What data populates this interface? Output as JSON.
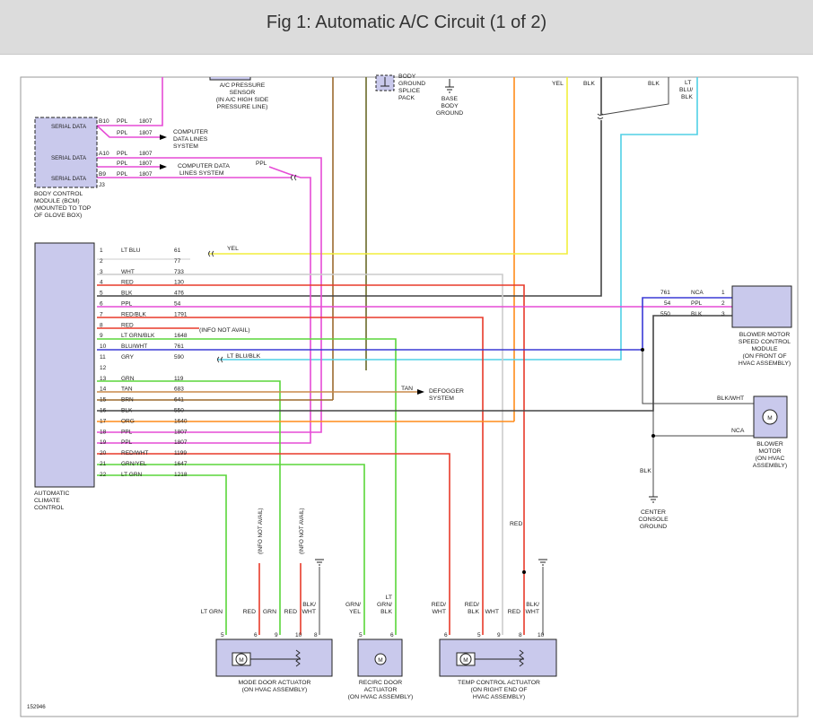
{
  "title": "Fig 1: Automatic A/C Circuit (1 of 2)",
  "figure_id": "152946",
  "components": {
    "bcm": {
      "label_lines": [
        "BODY CONTROL",
        "MODULE (BCM)",
        "(MOUNTED TO TOP",
        "OF GLOVE BOX)"
      ],
      "serial_data": "SERIAL DATA",
      "pins": [
        {
          "pin": "B10",
          "color": "PPL",
          "circuit": "1807"
        },
        {
          "pin": "",
          "color": "PPL",
          "circuit": "1807"
        },
        {
          "pin": "A10",
          "color": "PPL",
          "circuit": "1807"
        },
        {
          "pin": "",
          "color": "PPL",
          "circuit": "1807"
        },
        {
          "pin": "B9",
          "color": "PPL",
          "circuit": "1807"
        },
        {
          "pin": "J3",
          "color": "",
          "circuit": ""
        }
      ],
      "data_lines_1": [
        "COMPUTER",
        "DATA LINES",
        "SYSTEM"
      ],
      "data_lines_2": [
        "COMPUTER DATA",
        "LINES SYSTEM"
      ],
      "ppl_label": "PPL"
    },
    "acc": {
      "label_lines": [
        "AUTOMATIC",
        "CLIMATE",
        "CONTROL"
      ],
      "pins": [
        {
          "n": "1",
          "color": "LT BLU",
          "circuit": "61"
        },
        {
          "n": "2",
          "color": "",
          "circuit": "77"
        },
        {
          "n": "3",
          "color": "WHT",
          "circuit": "733"
        },
        {
          "n": "4",
          "color": "RED",
          "circuit": "130"
        },
        {
          "n": "5",
          "color": "BLK",
          "circuit": "476"
        },
        {
          "n": "6",
          "color": "PPL",
          "circuit": "54"
        },
        {
          "n": "7",
          "color": "RED/BLK",
          "circuit": "1791"
        },
        {
          "n": "8",
          "color": "RED",
          "circuit": ""
        },
        {
          "n": "9",
          "color": "LT GRN/BLK",
          "circuit": "1648"
        },
        {
          "n": "10",
          "color": "BLU/WHT",
          "circuit": "761"
        },
        {
          "n": "11",
          "color": "GRY",
          "circuit": "590"
        },
        {
          "n": "12",
          "color": "",
          "circuit": ""
        },
        {
          "n": "13",
          "color": "GRN",
          "circuit": "119"
        },
        {
          "n": "14",
          "color": "TAN",
          "circuit": "683"
        },
        {
          "n": "15",
          "color": "BRN",
          "circuit": "641"
        },
        {
          "n": "16",
          "color": "BLK",
          "circuit": "550"
        },
        {
          "n": "17",
          "color": "ORG",
          "circuit": "1640"
        },
        {
          "n": "18",
          "color": "PPL",
          "circuit": "1807"
        },
        {
          "n": "19",
          "color": "PPL",
          "circuit": "1807"
        },
        {
          "n": "20",
          "color": "RED/WHT",
          "circuit": "1199"
        },
        {
          "n": "21",
          "color": "GRN/YEL",
          "circuit": "1647"
        },
        {
          "n": "22",
          "color": "LT GRN",
          "circuit": "1218"
        }
      ],
      "info_not_avail": "(INFO NOT AVAIL)",
      "yel": "YEL",
      "lt_blu_blk": "LT BLU/BLK",
      "tan": "TAN",
      "defogger": [
        "DEFOGGER",
        "SYSTEM"
      ]
    },
    "pressure_sensor": [
      "A/C PRESSURE",
      "SENSOR",
      "(IN A/C HIGH SIDE",
      "PRESSURE LINE)"
    ],
    "splice_pack": [
      "BODY",
      "GROUND",
      "SPLICE",
      "PACK"
    ],
    "base_ground": [
      "BASE",
      "BODY",
      "GROUND"
    ],
    "top_wires": {
      "yel": "YEL",
      "blk1": "BLK",
      "blk2": "BLK",
      "lt_blu_blk": [
        "LT",
        "BLU/",
        "BLK"
      ]
    },
    "blower_module": {
      "label_lines": [
        "BLOWER MOTOR",
        "SPEED CONTROL",
        "MODULE",
        "(ON FRONT OF",
        "HVAC ASSEMBLY)"
      ],
      "pins": [
        {
          "circuit": "761",
          "color": "NCA",
          "pin": "1"
        },
        {
          "circuit": "54",
          "color": "PPL",
          "pin": "2"
        },
        {
          "circuit": "550",
          "color": "BLK",
          "pin": "3"
        }
      ]
    },
    "blower_motor": {
      "label_lines": [
        "BLOWER",
        "MOTOR",
        "(ON HVAC",
        "ASSEMBLY)"
      ],
      "blk_wht": "BLK/WHT",
      "nca": "NCA",
      "blk": "BLK",
      "motor_symbol": "M"
    },
    "center_ground": [
      "CENTER",
      "CONSOLE",
      "GROUND"
    ],
    "mode_door": {
      "label_lines": [
        "MODE DOOR ACTUATOR",
        "(ON HVAC ASSEMBLY)"
      ],
      "wires": [
        {
          "pin": "5",
          "color": [
            "LT GRN"
          ]
        },
        {
          "pin": "6",
          "color": [
            "RED"
          ]
        },
        {
          "pin": "9",
          "color": [
            "GRN"
          ]
        },
        {
          "pin": "10",
          "color": [
            "RED"
          ]
        },
        {
          "pin": "8",
          "color": [
            "BLK/",
            "WHT"
          ]
        }
      ],
      "info1": "(INFO NOT AVAIL)",
      "info2": "(INFO NOT AVAIL)",
      "motor_symbol": "M"
    },
    "recirc_door": {
      "label_lines": [
        "RECIRC DOOR",
        "ACTUATOR",
        "(ON HVAC ASSEMBLY)"
      ],
      "wires": [
        {
          "pin": "5",
          "color": [
            "GRN/",
            "YEL"
          ]
        },
        {
          "pin": "6",
          "color": [
            "LT",
            "GRN/",
            "BLK"
          ]
        }
      ],
      "motor_symbol": "M"
    },
    "temp_control": {
      "label_lines": [
        "TEMP CONTROL ACTUATOR",
        "(ON RIGHT END OF",
        "HVAC ASSEMBLY)"
      ],
      "wires": [
        {
          "pin": "6",
          "color": [
            "RED/",
            "WHT"
          ]
        },
        {
          "pin": "5",
          "color": [
            "RED/",
            "BLK"
          ]
        },
        {
          "pin": "9",
          "color": [
            "WHT"
          ]
        },
        {
          "pin": "8",
          "color": [
            "RED"
          ]
        },
        {
          "pin": "10",
          "color": [
            "BLK/",
            "WHT"
          ]
        }
      ],
      "red_label": "RED",
      "motor_symbol": "M"
    }
  }
}
